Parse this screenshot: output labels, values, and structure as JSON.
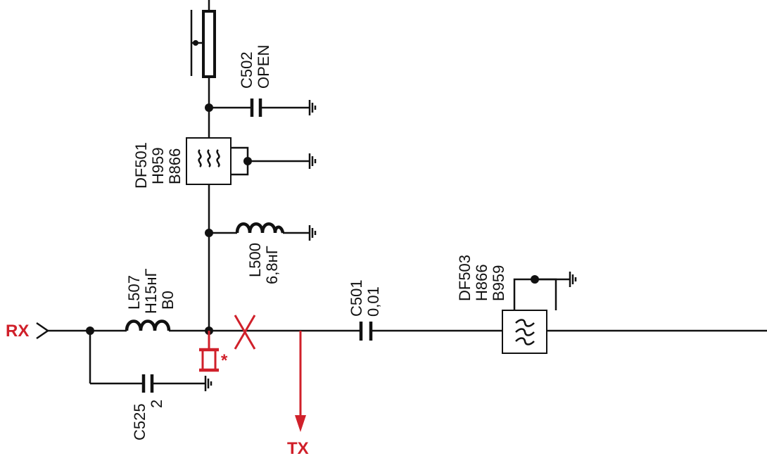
{
  "labels": {
    "rx": "RX",
    "tx": "TX",
    "star": "*",
    "c502": {
      "ref": "C502",
      "value": "OPEN"
    },
    "df501": {
      "ref": "DF501",
      "l2": "H959",
      "l3": "B866"
    },
    "l500": {
      "ref": "L500",
      "value": "6,8нГ"
    },
    "l507": {
      "ref": "L507",
      "l2": "H15нГ",
      "l3": "B0"
    },
    "c501": {
      "ref": "C501",
      "value": "0,01"
    },
    "df503": {
      "ref": "DF503",
      "l2": "H866",
      "l3": "B959"
    },
    "c525": {
      "ref": "C525",
      "value": "2"
    }
  },
  "colors": {
    "wire": "#111111",
    "annotation_red": "#d0202a",
    "background": "#ffffff"
  }
}
